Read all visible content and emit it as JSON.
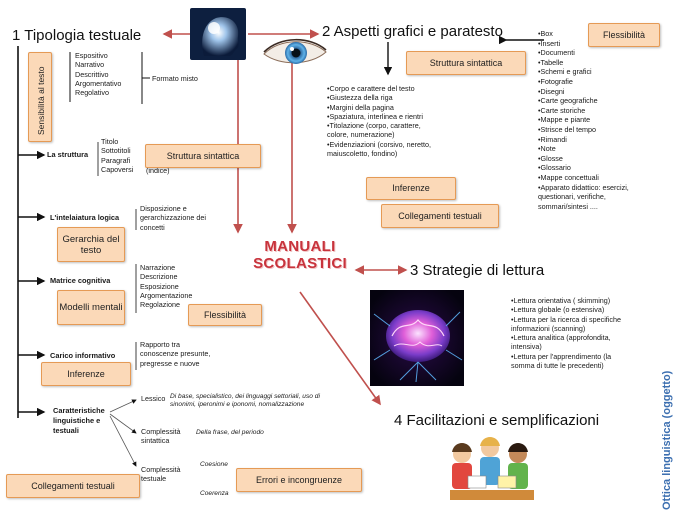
{
  "center_title": [
    "MANUALI",
    "SCOLASTICI"
  ],
  "section1": {
    "title": "1 Tipologia testuale",
    "types": [
      "Espositivo",
      "Narrativo",
      "Descrittivo",
      "Argomentativo",
      "Regolativo"
    ],
    "mixed": "Formato misto",
    "vertical_box": "Sensibilità al testo",
    "rows": [
      {
        "label": "La struttura",
        "details": [
          "Titolo",
          "Sottotitoli",
          "Paragrafi",
          "Capoversi"
        ],
        "extra": "(indice)",
        "box": "Struttura sintattica"
      },
      {
        "label": "L'intelaiatura logica",
        "details": [
          "Disposizione e",
          "gerarchizzazione dei",
          "concetti"
        ],
        "box": "Gerarchia del testo"
      },
      {
        "label": "Matrice cognitiva",
        "details": [
          "Narrazione",
          "Descrizione",
          "Esposizione",
          "Argomentazione",
          "Regolazione"
        ],
        "box": "Modelli mentali",
        "box2": "Flessibilità"
      },
      {
        "label": "Carico informativo",
        "details": [
          "Rapporto tra",
          "conoscenze presunte,",
          "pregresse e nuove"
        ],
        "box": "Inferenze"
      },
      {
        "label": "Caratteristiche linguistiche e testuali",
        "box": "Collegamenti testuali"
      }
    ],
    "lessico_label": "Lessico",
    "lessico_text": [
      "Di base, specialistico, dei linguaggi settoriali, uso di",
      "sinonimi, iperonimi e iponomi, nomalizzazione"
    ],
    "complessita_sintattica": [
      "Complessità",
      "sintattica"
    ],
    "sintattica_text": "Della frase, del periodo",
    "complessita_testuale": [
      "Complessità",
      "testuale"
    ],
    "coesione": "Coesione",
    "coerenza": "Coerenza",
    "errori_box": "Errori e incongruenze"
  },
  "section2": {
    "title": "2 Aspetti grafici e paratesto",
    "box_struttura": "Struttura sintattica",
    "box_flessibilita": "Flessibilità",
    "graphic_items": [
      "•Corpo e carattere del testo",
      "•Giustezza della riga",
      "•Margini della pagina",
      "•Spaziatura, interlinea  e rientri",
      "•Titolazione (corpo, carattere,",
      "colore,  numerazione)",
      "•Evidenziazioni (corsivo, neretto,",
      "maiuscoletto, fondino)"
    ],
    "box_inferenze": "Inferenze",
    "box_collegamenti": "Collegamenti testuali",
    "paratext_items": [
      "•Box",
      "•Inserti",
      "•Documenti",
      "•Tabelle",
      "•Schemi e grafici",
      "•Fotografie",
      "•Disegni",
      "•Carte geografiche",
      "•Carte storiche",
      "•Mappe e piante",
      "•Strisce del tempo",
      "•Rimandi",
      "•Note",
      "•Glosse",
      "•Glossario",
      "•Mappe concettuali",
      "•Apparato didattico: esercizi,",
      "questionari, verifiche,",
      "sommari/sintesi ...."
    ]
  },
  "section3": {
    "title": "3 Strategie di lettura",
    "items": [
      "•Lettura orientativa  ( skimming)",
      "•Lettura globale (o estensiva)",
      "•Lettura per la ricerca di specifiche",
      "informazioni (scanning)",
      "•Lettura analitica (approfondita,",
      "intensiva)",
      "•Lettura per l'apprendimento  (la",
      "somma di tutte le precedenti)"
    ]
  },
  "section4": {
    "title": "4 Facilitazioni e semplificazioni"
  },
  "side_label": "Ottica linguistica (oggetto)",
  "colors": {
    "arrow": "#c0504d",
    "box_fill": "#fbd9b8",
    "box_border": "#e59a55",
    "title_red": "#c8333c",
    "side_blue": "#3c6fb0"
  }
}
